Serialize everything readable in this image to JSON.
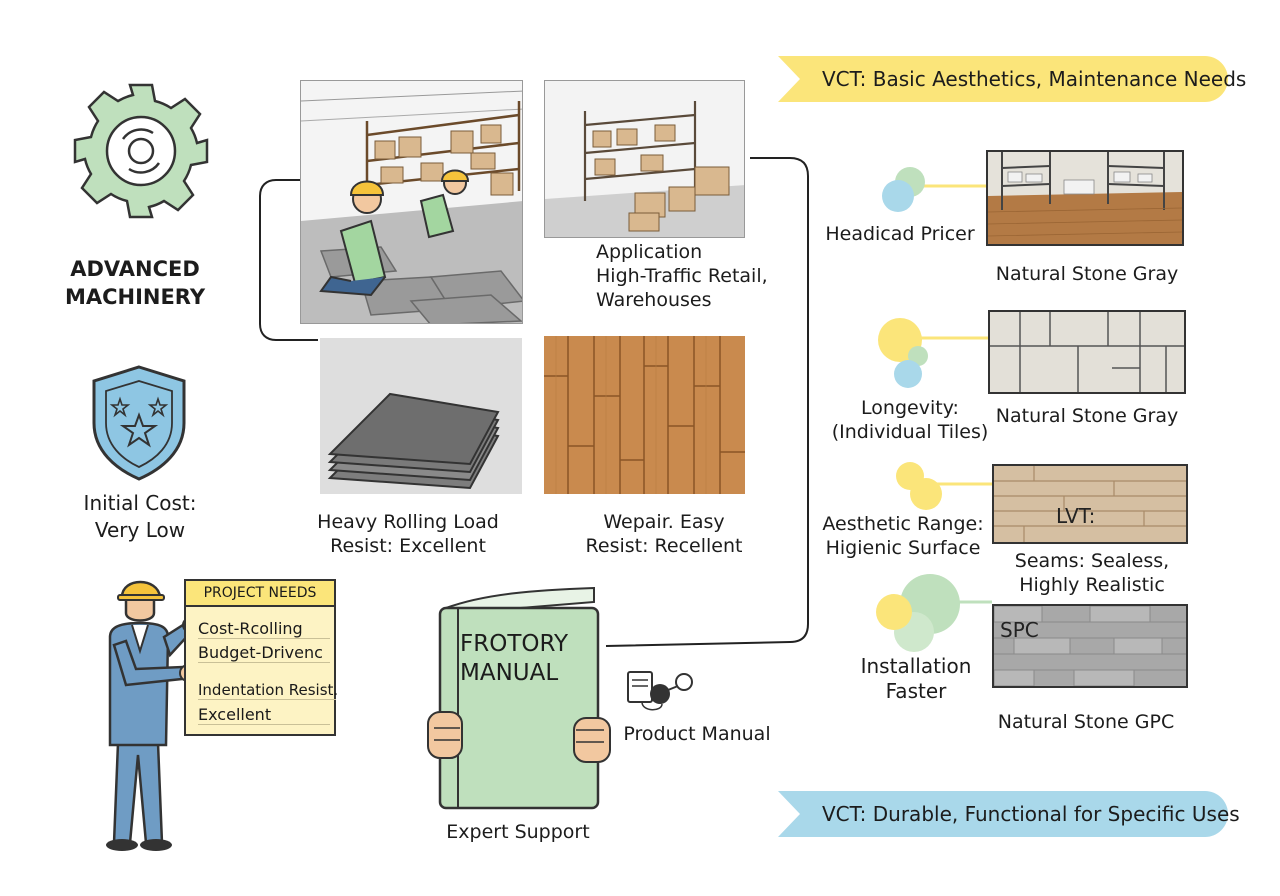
{
  "banners": {
    "top": "VCT: Basic Aesthetics, Maintenance Needs",
    "bottom": "VCT: Durable, Functional for Specific Uses"
  },
  "left": {
    "machinery": [
      "ADVANCED",
      "MACHINERY"
    ],
    "cost": [
      "Initial Cost:",
      "Very Low"
    ]
  },
  "checklist": {
    "title": "PROJECT NEEDS",
    "items": [
      "Cost-Rcolling",
      "Budget-Drivenc",
      "Indentation Resist.",
      "Excellent"
    ]
  },
  "center": {
    "application": [
      "Application",
      "High-Traffic Retail,",
      "Warehouses"
    ],
    "rolling": [
      "Heavy Rolling Load",
      "Resist: Excellent"
    ],
    "repair": [
      "Wepair. Easy",
      "Resist: Recellent"
    ],
    "manual_title": [
      "FROTORY",
      "MANUAL"
    ],
    "product_manual": "Product Manual",
    "expert_support": "Expert Support"
  },
  "right": {
    "rows": [
      {
        "label": [
          "Headicad Pricer"
        ],
        "caption": [
          "Natural Stone Gray"
        ]
      },
      {
        "label": [
          "Longevity:",
          "(Individual Tiles)"
        ],
        "caption": [
          "Natural Stone Gray"
        ]
      },
      {
        "label": [
          "Aesthetic Range:",
          "Higienic Surface"
        ],
        "caption": [
          "Seams: Sealess,",
          "Highly Realistic"
        ],
        "tile_text": "LVT:"
      },
      {
        "label": [
          "Installation",
          "Faster"
        ],
        "caption": [
          "Natural Stone GPC"
        ],
        "tile_text": "SPC"
      }
    ]
  },
  "colors": {
    "yellow": "#fbe57a",
    "blue": "#a9d8ea",
    "green": "#bfe0bd",
    "wood": "#c98a4e",
    "shield": "#8ec6e3"
  }
}
